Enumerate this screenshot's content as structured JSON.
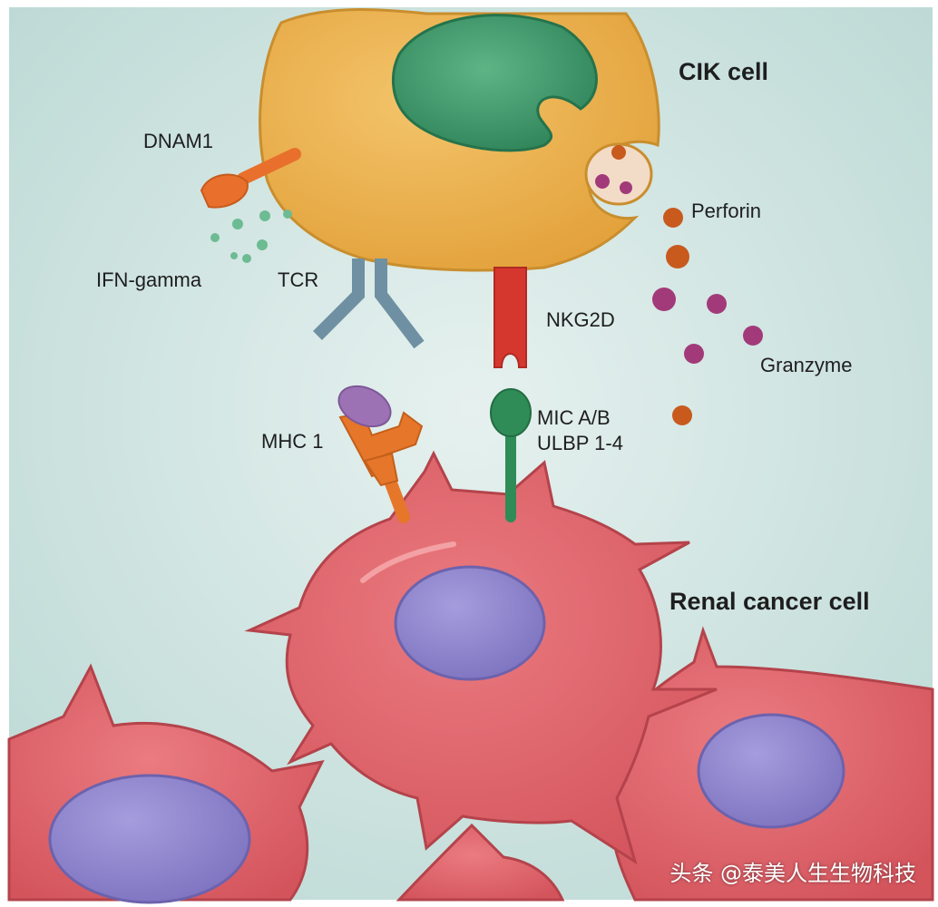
{
  "labels": {
    "cik_cell": "CIK cell",
    "dnam1": "DNAM1",
    "ifn_gamma": "IFN-gamma",
    "tcr": "TCR",
    "nkg2d": "NKG2D",
    "perforin": "Perforin",
    "granzyme": "Granzyme",
    "mhc1": "MHC 1",
    "mic_ab": "MIC A/B",
    "ulbp": "ULBP 1-4",
    "renal_cancer_cell": "Renal cancer cell"
  },
  "watermark": "头条 @泰美人生生物科技",
  "colors": {
    "background": "#cfe5e2",
    "cik_cell": "#ecb04e",
    "cik_nucleus": "#3f9a6c",
    "cancer_cell": "#e0656c",
    "cancer_nucleus": "#8f86cc",
    "dnam1": "#e8702c",
    "tcr": "#6f90a2",
    "nkg2d": "#d5372f",
    "mhc1": "#e6762a",
    "mhc_peptide": "#9c72b4",
    "mic": "#2f8c57",
    "perforin": "#c85a1e",
    "granzyme": "#a23a7a",
    "ifn_gamma": "#6dbb93"
  }
}
